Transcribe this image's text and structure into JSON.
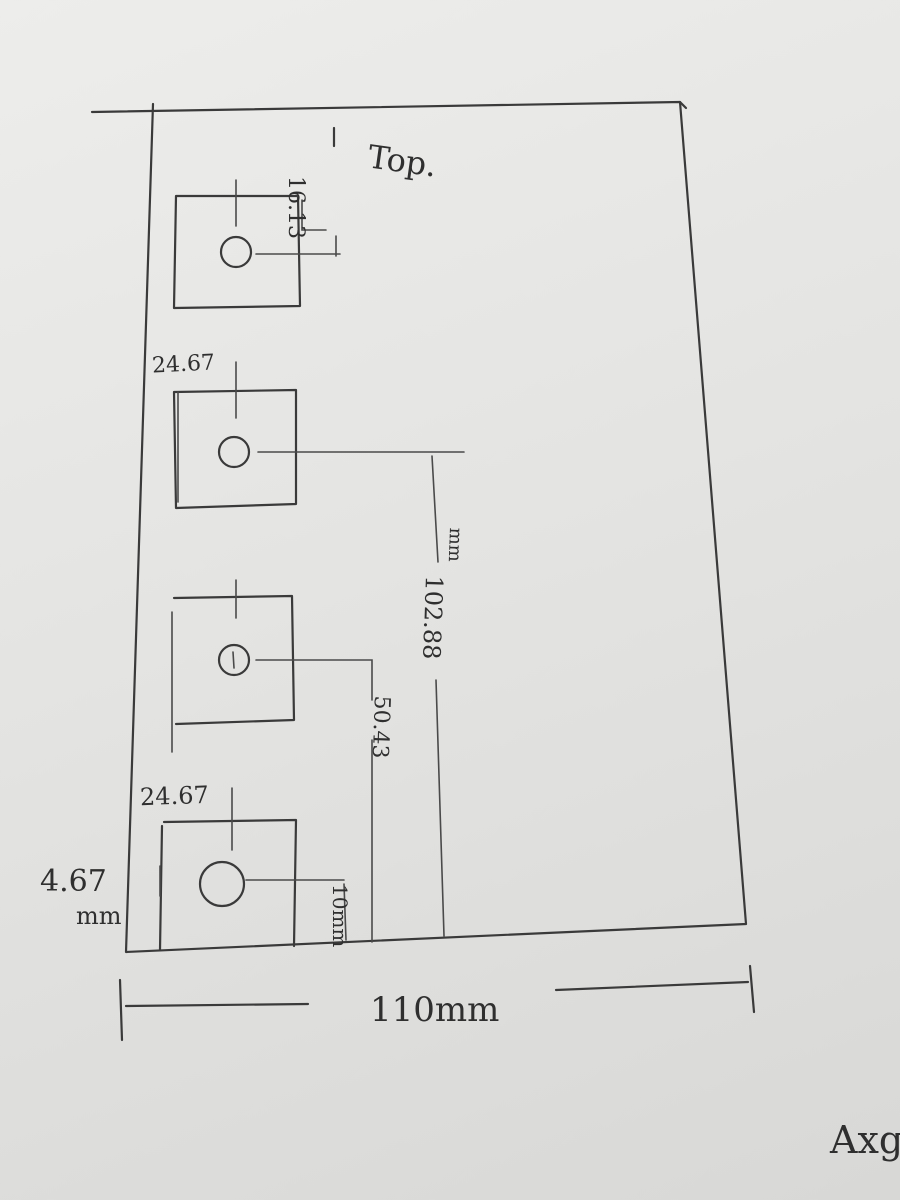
{
  "labels": {
    "top": "Top.",
    "dim_top_offset": "16.13",
    "dim_hole_spacing_upper": "24.67",
    "dim_center_to_bottom": "102.88",
    "dim_center_to_bottom_unit": "mm",
    "dim_mid_to_bottom": "50.43",
    "dim_hole_spacing_lower": "24.67",
    "dim_left_margin": "4.67",
    "dim_left_margin_unit": "mm",
    "dim_bottom_offset": "10mm",
    "dim_width": "110mm",
    "corner_note": "Axg"
  },
  "colors": {
    "paper": "#e6e6e4",
    "pencil": "#3a3a3a"
  }
}
